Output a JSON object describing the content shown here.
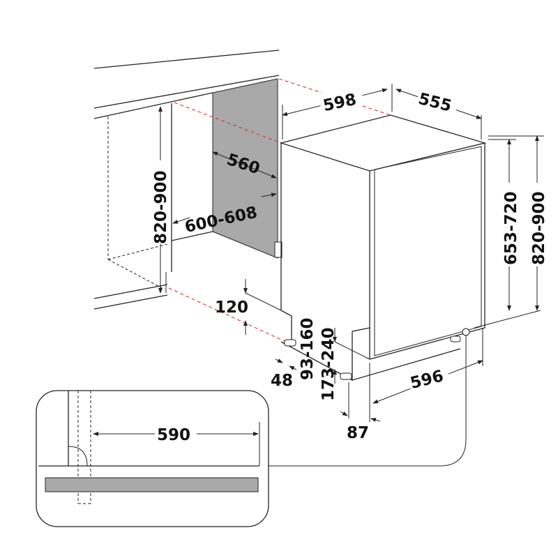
{
  "colors": {
    "line": "#222222",
    "panel": "#a9a9a9",
    "guide": "#d9303a",
    "bar": "#a9a9a9"
  },
  "dimensions": {
    "width_top": "598",
    "depth_top": "555",
    "niche_depth": "560",
    "niche_width": "600-608",
    "niche_height": "820-900",
    "door_height": "653-720",
    "total_height": "820-900",
    "plinth_height": "120",
    "foot_front": "93-160",
    "foot_back": "173-240",
    "side_offset": "48",
    "base_width": "596",
    "front_offset": "87",
    "inset_width": "590"
  }
}
